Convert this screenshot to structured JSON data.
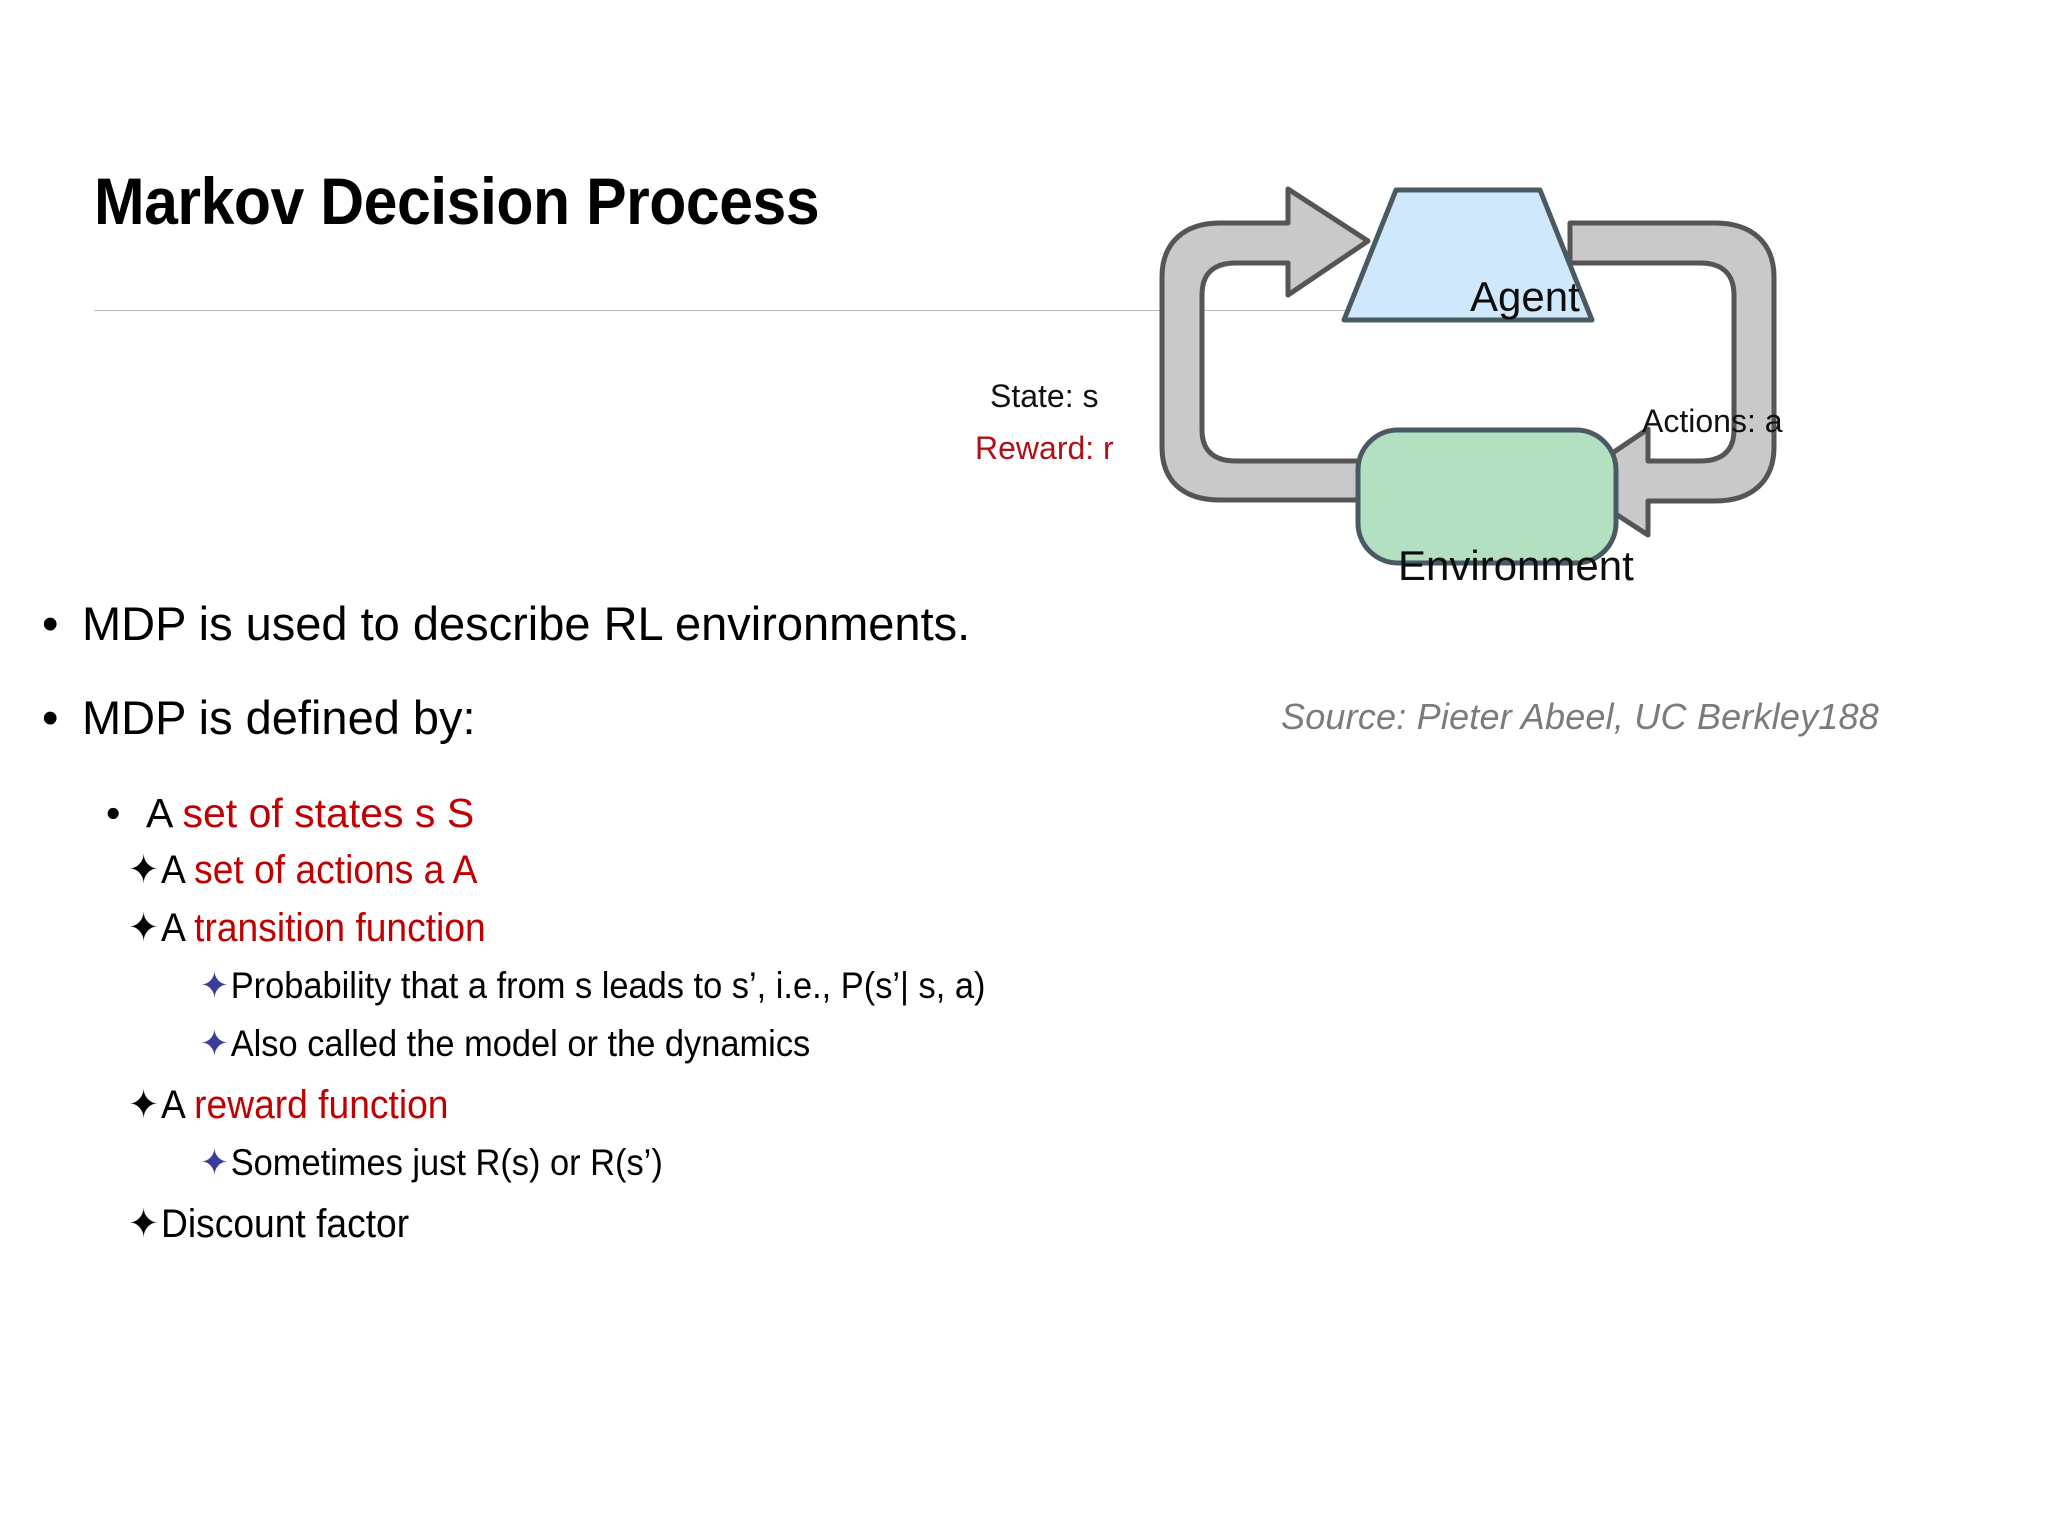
{
  "slide": {
    "title": "Markov Decision Process",
    "source_note": "Source: Pieter Abeel, UC Berkley188"
  },
  "diagram": {
    "agent_label": "Agent",
    "environment_label": "Environment",
    "state_label": "State: s",
    "reward_label": "Reward: r",
    "actions_label": "Actions: a",
    "colors": {
      "agent_fill": "#cfe8fb",
      "environment_fill": "#b2e0c1",
      "arrow_fill": "#c9c9c9",
      "arrow_stroke": "#555555",
      "shape_stroke": "#4a5a63",
      "reward_text": "#b01117",
      "source_text": "#7b7b7b"
    }
  },
  "bullets": {
    "level1": [
      {
        "marker": "•",
        "text": "MDP is used to describe RL environments."
      },
      {
        "marker": "•",
        "text": "MDP is defined by:"
      }
    ],
    "level2_first": {
      "marker": "•",
      "prefix": "A ",
      "red": "set of states s",
      "suffix": "    S"
    },
    "items": [
      {
        "marker": "✦",
        "marker_color": "#000000",
        "prefix": "A ",
        "red": "set of actions a",
        "suffix": "    A",
        "level": 2
      },
      {
        "marker": "✦",
        "marker_color": "#000000",
        "prefix": "A ",
        "red": "transition function",
        "suffix": "",
        "level": 2
      },
      {
        "marker": "✦",
        "marker_color": "#3b3b9e",
        "prefix": "Probability that a from s leads to s’, i.e., P(s’| s, a)",
        "red": "",
        "suffix": "",
        "level": 3
      },
      {
        "marker": "✦",
        "marker_color": "#3b3b9e",
        "prefix": "Also called the model or the dynamics",
        "red": "",
        "suffix": "",
        "level": 3
      },
      {
        "marker": "✦",
        "marker_color": "#000000",
        "prefix": "A ",
        "red": "reward function",
        "suffix": "",
        "level": 2
      },
      {
        "marker": "✦",
        "marker_color": "#3b3b9e",
        "prefix": "Sometimes just R(s) or R(s’)",
        "red": "",
        "suffix": "",
        "level": 3
      },
      {
        "marker": "✦",
        "marker_color": "#000000",
        "prefix": "Discount factor",
        "red": "",
        "suffix": "",
        "level": 2
      }
    ]
  },
  "colors": {
    "accent_red": "#c00000",
    "rule": "#b9b9b9"
  }
}
